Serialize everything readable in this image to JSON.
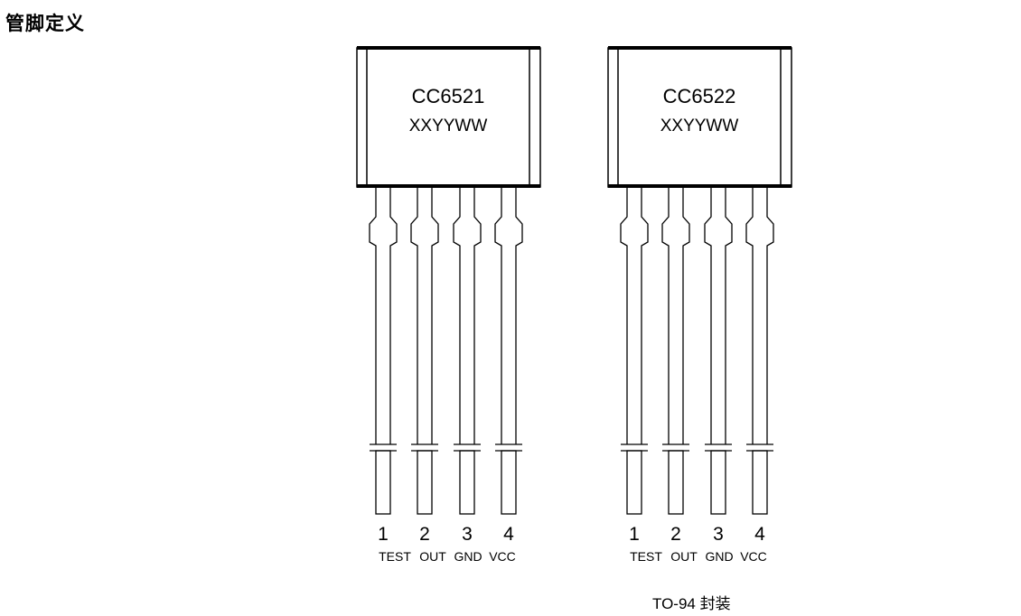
{
  "heading": "管脚定义",
  "packages": [
    {
      "part_number": "CC6521",
      "date_code": "XXYYWW",
      "pins": [
        {
          "number": "1",
          "name": "TEST"
        },
        {
          "number": "2",
          "name": "OUT"
        },
        {
          "number": "3",
          "name": "GND"
        },
        {
          "number": "4",
          "name": "VCC"
        }
      ]
    },
    {
      "part_number": "CC6522",
      "date_code": "XXYYWW",
      "pins": [
        {
          "number": "1",
          "name": "TEST"
        },
        {
          "number": "2",
          "name": "OUT"
        },
        {
          "number": "3",
          "name": "GND"
        },
        {
          "number": "4",
          "name": "VCC"
        }
      ]
    }
  ],
  "caption": "TO-94  封装"
}
